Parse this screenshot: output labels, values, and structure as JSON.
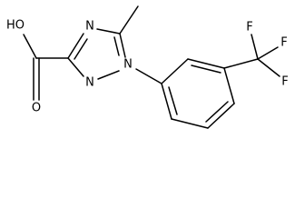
{
  "atoms": {
    "hydroxyl": "HO",
    "carbonyl_oxygen": "O",
    "ring_n4": "N",
    "ring_n1": "N",
    "ring_n2": "N",
    "fluorine_top": "F",
    "fluorine_right_upper": "F",
    "fluorine_right_lower": "F"
  },
  "colors": {
    "bond": "#000000",
    "text": "#000000",
    "background": "#ffffff"
  }
}
